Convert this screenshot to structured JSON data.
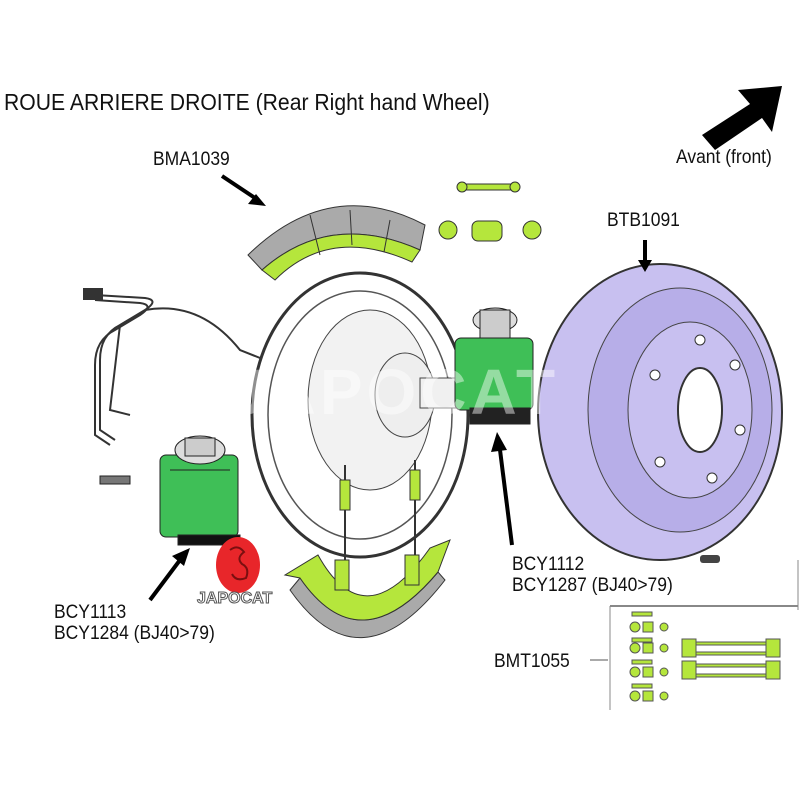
{
  "title": "ROUE ARRIERE DROITE (Rear Right hand Wheel)",
  "direction": {
    "label": "Avant (front)",
    "icon": "arrow-up-right-icon"
  },
  "parts": {
    "shoe": "BMA1039",
    "drum": "BTB1091",
    "cyl_right_1": "BCY1112",
    "cyl_right_2": "BCY1287 (BJ40>79)",
    "cyl_left_1": "BCY1113",
    "cyl_left_2": "BCY1284 (BJ40>79)",
    "fitting_kit": "BMT1055"
  },
  "logo": {
    "text": "JAPOCAT",
    "watermark": "JAPOCAT"
  },
  "colors": {
    "green": "#b5e63c",
    "cylinder": "#3fbf57",
    "drum": "#c8c0f0",
    "logo_red": "#e8262a"
  }
}
